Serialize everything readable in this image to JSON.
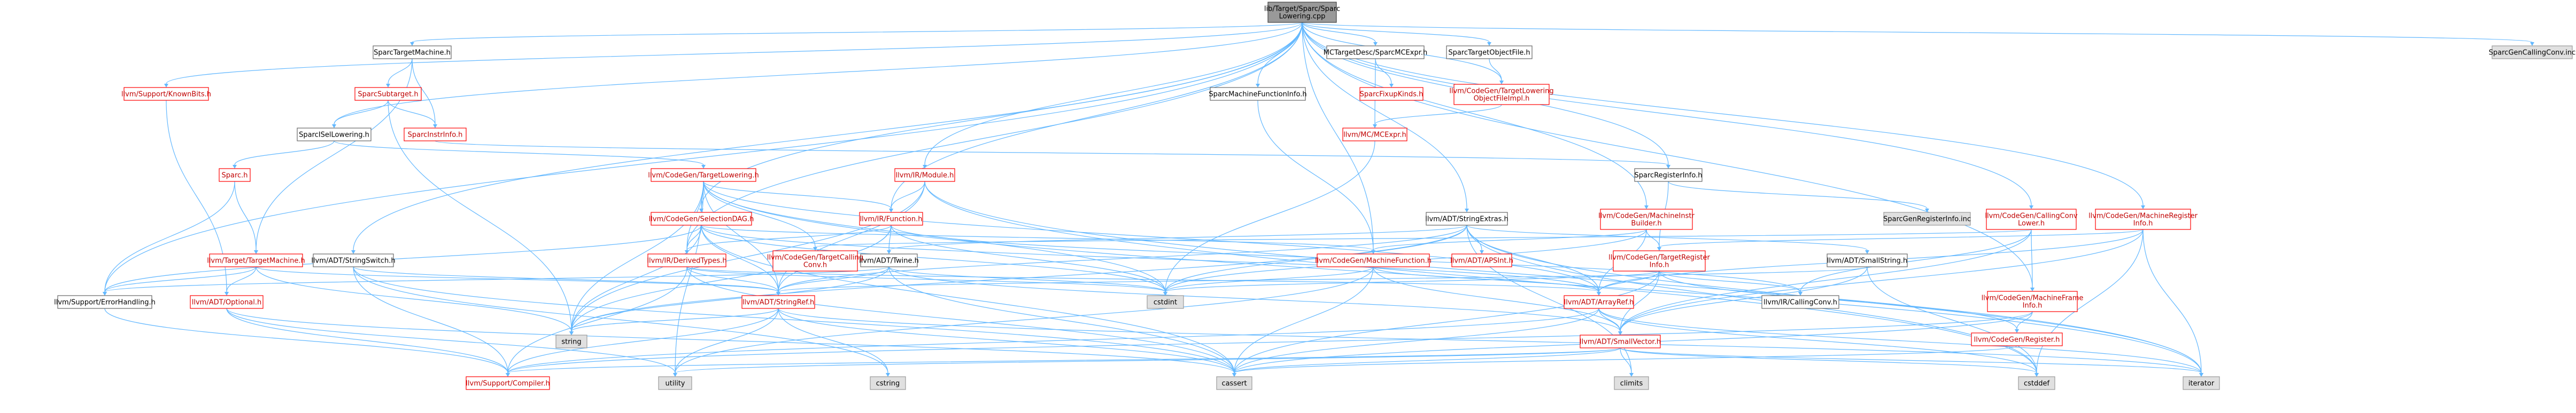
{
  "graph": {
    "nodes": [
      {
        "id": "root",
        "label": [
          "lib/Target/Sparc/Sparc",
          "Lowering.cpp"
        ],
        "kind": "root"
      },
      {
        "id": "sparc_target_machine",
        "label": [
          "SparcTargetMachine.h"
        ],
        "kind": "normal"
      },
      {
        "id": "mc_target_desc_sparc_mc_expr",
        "label": [
          "MCTargetDesc/SparcMCExpr.h"
        ],
        "kind": "normal"
      },
      {
        "id": "sparc_target_object_file",
        "label": [
          "SparcTargetObjectFile.h"
        ],
        "kind": "normal"
      },
      {
        "id": "sparc_gen_calling_conv",
        "label": [
          "SparcGenCallingConv.inc"
        ],
        "kind": "gray"
      },
      {
        "id": "known_bits",
        "label": [
          "llvm/Support/KnownBits.h"
        ],
        "kind": "red"
      },
      {
        "id": "sparc_subtarget",
        "label": [
          "SparcSubtarget.h"
        ],
        "kind": "red"
      },
      {
        "id": "sparc_machine_function_info",
        "label": [
          "SparcMachineFunctionInfo.h"
        ],
        "kind": "normal"
      },
      {
        "id": "sparc_fixup_kinds",
        "label": [
          "SparcFixupKinds.h"
        ],
        "kind": "red"
      },
      {
        "id": "target_lowering_object_file_impl",
        "label": [
          "llvm/CodeGen/TargetLowering",
          "ObjectFileImpl.h"
        ],
        "kind": "red"
      },
      {
        "id": "sparc_isel_lowering",
        "label": [
          "SparcISelLowering.h"
        ],
        "kind": "normal"
      },
      {
        "id": "sparc_instr_info",
        "label": [
          "SparcInstrInfo.h"
        ],
        "kind": "red"
      },
      {
        "id": "mc_expr",
        "label": [
          "llvm/MC/MCExpr.h"
        ],
        "kind": "red"
      },
      {
        "id": "sparc_register_info",
        "label": [
          "SparcRegisterInfo.h"
        ],
        "kind": "normal"
      },
      {
        "id": "sparc_h",
        "label": [
          "Sparc.h"
        ],
        "kind": "red"
      },
      {
        "id": "codegen_target_lowering",
        "label": [
          "llvm/CodeGen/TargetLowering.h"
        ],
        "kind": "red"
      },
      {
        "id": "ir_module",
        "label": [
          "llvm/IR/Module.h"
        ],
        "kind": "red"
      },
      {
        "id": "adt_string_extras",
        "label": [
          "llvm/ADT/StringExtras.h"
        ],
        "kind": "normal"
      },
      {
        "id": "machine_instr_builder",
        "label": [
          "llvm/CodeGen/MachineInstr",
          "Builder.h"
        ],
        "kind": "red"
      },
      {
        "id": "calling_conv_lower",
        "label": [
          "llvm/CodeGen/CallingConv",
          "Lower.h"
        ],
        "kind": "red"
      },
      {
        "id": "machine_register_info",
        "label": [
          "llvm/CodeGen/MachineRegister",
          "Info.h"
        ],
        "kind": "red"
      },
      {
        "id": "sparc_gen_register_info",
        "label": [
          "SparcGenRegisterInfo.inc"
        ],
        "kind": "gray"
      },
      {
        "id": "selection_dag",
        "label": [
          "llvm/CodeGen/SelectionDAG.h"
        ],
        "kind": "red"
      },
      {
        "id": "ir_function",
        "label": [
          "llvm/IR/Function.h"
        ],
        "kind": "red"
      },
      {
        "id": "target_target_machine",
        "label": [
          "llvm/Target/TargetMachine.h"
        ],
        "kind": "red"
      },
      {
        "id": "adt_string_switch",
        "label": [
          "llvm/ADT/StringSwitch.h"
        ],
        "kind": "normal"
      },
      {
        "id": "adt_twine",
        "label": [
          "llvm/ADT/Twine.h"
        ],
        "kind": "normal"
      },
      {
        "id": "ir_derived_types",
        "label": [
          "llvm/IR/DerivedTypes.h"
        ],
        "kind": "red"
      },
      {
        "id": "target_calling_conv",
        "label": [
          "llvm/CodeGen/TargetCalling",
          "Conv.h"
        ],
        "kind": "red"
      },
      {
        "id": "machine_function",
        "label": [
          "llvm/CodeGen/MachineFunction.h"
        ],
        "kind": "red"
      },
      {
        "id": "adt_apsint",
        "label": [
          "llvm/ADT/APSInt.h"
        ],
        "kind": "red"
      },
      {
        "id": "target_register_info",
        "label": [
          "llvm/CodeGen/TargetRegister",
          "Info.h"
        ],
        "kind": "red"
      },
      {
        "id": "adt_small_string",
        "label": [
          "llvm/ADT/SmallString.h"
        ],
        "kind": "normal"
      },
      {
        "id": "machine_frame_info",
        "label": [
          "llvm/CodeGen/MachineFrame",
          "Info.h"
        ],
        "kind": "red"
      },
      {
        "id": "support_error_handling",
        "label": [
          "llvm/Support/ErrorHandling.h"
        ],
        "kind": "normal"
      },
      {
        "id": "adt_optional",
        "label": [
          "llvm/ADT/Optional.h"
        ],
        "kind": "red"
      },
      {
        "id": "string",
        "label": [
          "string"
        ],
        "kind": "gray"
      },
      {
        "id": "adt_string_ref",
        "label": [
          "llvm/ADT/StringRef.h"
        ],
        "kind": "red"
      },
      {
        "id": "cstdint",
        "label": [
          "cstdint"
        ],
        "kind": "gray"
      },
      {
        "id": "adt_array_ref",
        "label": [
          "llvm/ADT/ArrayRef.h"
        ],
        "kind": "red"
      },
      {
        "id": "ir_calling_conv",
        "label": [
          "llvm/IR/CallingConv.h"
        ],
        "kind": "normal"
      },
      {
        "id": "codegen_register",
        "label": [
          "llvm/CodeGen/Register.h"
        ],
        "kind": "red"
      },
      {
        "id": "adt_small_vector",
        "label": [
          "llvm/ADT/SmallVector.h"
        ],
        "kind": "red"
      },
      {
        "id": "support_compiler",
        "label": [
          "llvm/Support/Compiler.h"
        ],
        "kind": "red"
      },
      {
        "id": "utility",
        "label": [
          "utility"
        ],
        "kind": "gray"
      },
      {
        "id": "cstring",
        "label": [
          "cstring"
        ],
        "kind": "gray"
      },
      {
        "id": "cassert",
        "label": [
          "cassert"
        ],
        "kind": "gray"
      },
      {
        "id": "climits",
        "label": [
          "climits"
        ],
        "kind": "gray"
      },
      {
        "id": "cstddef",
        "label": [
          "cstddef"
        ],
        "kind": "gray"
      },
      {
        "id": "iterator",
        "label": [
          "iterator"
        ],
        "kind": "gray"
      }
    ],
    "edges": [
      [
        "root",
        "sparc_target_machine"
      ],
      [
        "root",
        "mc_target_desc_sparc_mc_expr"
      ],
      [
        "root",
        "sparc_target_object_file"
      ],
      [
        "root",
        "sparc_gen_calling_conv"
      ],
      [
        "root",
        "known_bits"
      ],
      [
        "root",
        "sparc_machine_function_info"
      ],
      [
        "root",
        "target_lowering_object_file_impl"
      ],
      [
        "root",
        "sparc_isel_lowering"
      ],
      [
        "root",
        "sparc_register_info"
      ],
      [
        "root",
        "ir_module"
      ],
      [
        "root",
        "adt_string_extras"
      ],
      [
        "root",
        "machine_instr_builder"
      ],
      [
        "root",
        "calling_conv_lower"
      ],
      [
        "root",
        "machine_register_info"
      ],
      [
        "root",
        "selection_dag"
      ],
      [
        "root",
        "ir_function"
      ],
      [
        "root",
        "adt_string_switch"
      ],
      [
        "root",
        "ir_derived_types"
      ],
      [
        "root",
        "machine_frame_info"
      ],
      [
        "root",
        "support_error_handling"
      ],
      [
        "root",
        "machine_function"
      ],
      [
        "sparc_target_machine",
        "sparc_subtarget"
      ],
      [
        "sparc_target_machine",
        "sparc_instr_info"
      ],
      [
        "sparc_target_machine",
        "target_target_machine"
      ],
      [
        "sparc_subtarget",
        "sparc_isel_lowering"
      ],
      [
        "sparc_subtarget",
        "sparc_instr_info"
      ],
      [
        "sparc_subtarget",
        "string"
      ],
      [
        "mc_target_desc_sparc_mc_expr",
        "sparc_fixup_kinds"
      ],
      [
        "mc_target_desc_sparc_mc_expr",
        "mc_expr"
      ],
      [
        "sparc_target_object_file",
        "target_lowering_object_file_impl"
      ],
      [
        "target_lowering_object_file_impl",
        "mc_expr"
      ],
      [
        "sparc_machine_function_info",
        "machine_function"
      ],
      [
        "sparc_isel_lowering",
        "sparc_h"
      ],
      [
        "sparc_isel_lowering",
        "codegen_target_lowering"
      ],
      [
        "sparc_instr_info",
        "sparc_register_info"
      ],
      [
        "sparc_register_info",
        "sparc_gen_register_info"
      ],
      [
        "sparc_register_info",
        "target_register_info"
      ],
      [
        "sparc_h",
        "target_target_machine"
      ],
      [
        "sparc_h",
        "support_error_handling"
      ],
      [
        "mc_expr",
        "cstdint"
      ],
      [
        "known_bits",
        "adt_optional"
      ],
      [
        "codegen_target_lowering",
        "selection_dag"
      ],
      [
        "codegen_target_lowering",
        "ir_function"
      ],
      [
        "codegen_target_lowering",
        "ir_derived_types"
      ],
      [
        "codegen_target_lowering",
        "target_calling_conv"
      ],
      [
        "codegen_target_lowering",
        "adt_array_ref"
      ],
      [
        "codegen_target_lowering",
        "adt_string_ref"
      ],
      [
        "codegen_target_lowering",
        "string"
      ],
      [
        "codegen_target_lowering",
        "cstdint"
      ],
      [
        "codegen_target_lowering",
        "iterator"
      ],
      [
        "codegen_target_lowering",
        "utility"
      ],
      [
        "ir_module",
        "ir_function"
      ],
      [
        "ir_module",
        "adt_string_ref"
      ],
      [
        "ir_module",
        "string"
      ],
      [
        "ir_module",
        "cstddef"
      ],
      [
        "ir_module",
        "iterator"
      ],
      [
        "adt_string_extras",
        "adt_apsint"
      ],
      [
        "adt_string_extras",
        "adt_array_ref"
      ],
      [
        "adt_string_extras",
        "adt_small_string"
      ],
      [
        "adt_string_extras",
        "adt_string_ref"
      ],
      [
        "adt_string_extras",
        "adt_twine"
      ],
      [
        "adt_string_extras",
        "cstdint"
      ],
      [
        "adt_string_extras",
        "string"
      ],
      [
        "adt_string_extras",
        "iterator"
      ],
      [
        "adt_string_extras",
        "climits"
      ],
      [
        "adt_string_extras",
        "cstddef"
      ],
      [
        "machine_instr_builder",
        "adt_array_ref"
      ],
      [
        "machine_instr_builder",
        "machine_function"
      ],
      [
        "machine_instr_builder",
        "target_register_info"
      ],
      [
        "machine_instr_builder",
        "cstdint"
      ],
      [
        "calling_conv_lower",
        "adt_small_vector"
      ],
      [
        "calling_conv_lower",
        "machine_frame_info"
      ],
      [
        "calling_conv_lower",
        "target_calling_conv"
      ],
      [
        "calling_conv_lower",
        "ir_calling_conv"
      ],
      [
        "machine_register_info",
        "adt_array_ref"
      ],
      [
        "machine_register_info",
        "adt_small_vector"
      ],
      [
        "machine_register_info",
        "target_register_info"
      ],
      [
        "machine_register_info",
        "iterator"
      ],
      [
        "machine_register_info",
        "cstddef"
      ],
      [
        "selection_dag",
        "adt_array_ref"
      ],
      [
        "selection_dag",
        "adt_string_ref"
      ],
      [
        "selection_dag",
        "machine_function"
      ],
      [
        "selection_dag",
        "ir_derived_types"
      ],
      [
        "selection_dag",
        "support_error_handling"
      ],
      [
        "selection_dag",
        "string"
      ],
      [
        "selection_dag",
        "cstdint"
      ],
      [
        "selection_dag",
        "cassert"
      ],
      [
        "ir_function",
        "adt_twine"
      ],
      [
        "ir_function",
        "adt_string_ref"
      ],
      [
        "ir_function",
        "ir_derived_types"
      ],
      [
        "ir_function",
        "ir_calling_conv"
      ],
      [
        "ir_function",
        "cstdint"
      ],
      [
        "ir_function",
        "string"
      ],
      [
        "target_target_machine",
        "adt_optional"
      ],
      [
        "target_target_machine",
        "adt_string_ref"
      ],
      [
        "target_target_machine",
        "support_error_handling"
      ],
      [
        "target_target_machine",
        "string"
      ],
      [
        "adt_string_switch",
        "adt_string_ref"
      ],
      [
        "adt_string_switch",
        "support_compiler"
      ],
      [
        "adt_string_switch",
        "cassert"
      ],
      [
        "adt_string_switch",
        "cstring"
      ],
      [
        "adt_twine",
        "adt_small_vector"
      ],
      [
        "adt_twine",
        "adt_string_ref"
      ],
      [
        "adt_twine",
        "support_error_handling"
      ],
      [
        "adt_twine",
        "cassert"
      ],
      [
        "adt_twine",
        "cstdint"
      ],
      [
        "adt_twine",
        "string"
      ],
      [
        "ir_derived_types",
        "adt_array_ref"
      ],
      [
        "ir_derived_types",
        "adt_string_ref"
      ],
      [
        "ir_derived_types",
        "support_compiler"
      ],
      [
        "ir_derived_types",
        "cassert"
      ],
      [
        "ir_derived_types",
        "cstdint"
      ],
      [
        "machine_function",
        "adt_array_ref"
      ],
      [
        "machine_function",
        "adt_small_vector"
      ],
      [
        "machine_function",
        "cassert"
      ],
      [
        "machine_function",
        "cstdint"
      ],
      [
        "machine_function",
        "utility"
      ],
      [
        "target_register_info",
        "adt_array_ref"
      ],
      [
        "target_register_info",
        "adt_small_vector"
      ],
      [
        "target_register_info",
        "ir_calling_conv"
      ],
      [
        "target_register_info",
        "codegen_register"
      ],
      [
        "target_register_info",
        "cassert"
      ],
      [
        "target_register_info",
        "cstdint"
      ],
      [
        "adt_small_string",
        "adt_string_ref"
      ],
      [
        "adt_small_string",
        "adt_small_vector"
      ],
      [
        "adt_small_string",
        "cstddef"
      ],
      [
        "machine_frame_info",
        "codegen_register"
      ],
      [
        "machine_frame_info",
        "support_compiler"
      ],
      [
        "machine_frame_info",
        "cassert"
      ],
      [
        "support_error_handling",
        "support_compiler"
      ],
      [
        "adt_optional",
        "support_compiler"
      ],
      [
        "adt_optional",
        "cassert"
      ],
      [
        "adt_optional",
        "utility"
      ],
      [
        "adt_string_ref",
        "support_compiler"
      ],
      [
        "adt_string_ref",
        "string"
      ],
      [
        "adt_string_ref",
        "utility"
      ],
      [
        "adt_string_ref",
        "cstring"
      ],
      [
        "adt_string_ref",
        "cassert"
      ],
      [
        "adt_string_ref",
        "iterator"
      ],
      [
        "adt_array_ref",
        "adt_small_vector"
      ],
      [
        "adt_array_ref",
        "support_compiler"
      ],
      [
        "adt_array_ref",
        "cassert"
      ],
      [
        "adt_array_ref",
        "cstddef"
      ],
      [
        "adt_array_ref",
        "iterator"
      ],
      [
        "codegen_register",
        "cassert"
      ],
      [
        "adt_small_vector",
        "support_compiler"
      ],
      [
        "adt_small_vector",
        "climits"
      ],
      [
        "adt_small_vector",
        "cstddef"
      ],
      [
        "adt_small_vector",
        "cassert"
      ],
      [
        "adt_small_vector",
        "iterator"
      ],
      [
        "adt_small_vector",
        "utility"
      ]
    ]
  }
}
